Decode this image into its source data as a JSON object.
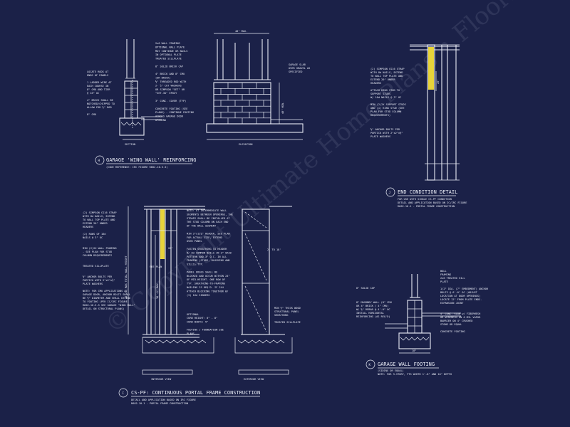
{
  "colors": {
    "background": "#1b2148",
    "linework": "#e9ecf6",
    "insulation": "#e7d33a"
  },
  "watermark": "© Copyright Ultimate Home Plans • FloorPlans for Construction • Not to be used for Estimating",
  "detail_h": {
    "marker": "H",
    "title": "GARAGE 'WING WALL' REINFORCING",
    "subtitle": "(CODE REFERENCE: IRC FIGURE R602.10.5.5)",
    "width_dim": "48\" MAX.",
    "height_dim": "48\" MIN.",
    "section_label": "SECTION",
    "elevation_label": "ELEVATION",
    "notes_left": [
      "LOCATE RODS AT",
      "ENDS OF PANELS",
      "",
      "1 LADDER WIRE AT",
      "EACH COURSE IN",
      "8\" CMU AND TIER",
      "@ 16\" OC",
      "",
      "4\" BRICK SHALL BE",
      "NOTCHED/CHIPPED TO",
      "ALLOW FOR ⅝\" ROD",
      "",
      "8\" CMU"
    ],
    "notes_center": [
      "2x6 WALL FRAMING",
      "OPTIONAL WALL PLATE",
      "MAY CONTINUE OR NAILS",
      "IN OPTIONAL PLATE",
      "TREATED SILLPLATE",
      "",
      "8\" SOLID BRICK CAP",
      "",
      "4\" BRICK AND 8\" CMU",
      "(OR BRICK)",
      "⅝\" THREADED ROD WITH",
      "2-  ½\" CUT WASHERS",
      "OR SIMPSON \"SET\" OR",
      "\"SET-3G\" EPOXY",
      "",
      "3\" CONC. COVER (TYP)",
      "",
      "CONCRETE FOOTING (SEE",
      "PLANS) - CONTINUE FOOTING",
      "ACROSS GARAGE DOOR",
      "OPENING"
    ],
    "notes_right": [
      "GARAGE SLAB",
      "OVER GRAVEL AS",
      "SPECIFIED"
    ]
  },
  "detail_j": {
    "marker": "J",
    "title": "END CONDITION DETAIL",
    "subtitle": [
      "FOR USE WITH SINGLE CS-PF CONDITION",
      "DETAIL AND APPLICATION BASED ON IC/IRC FIGURE",
      "R602.10.1 - PORTAL FRAME CONSTRUCTION"
    ],
    "dim": "20\"",
    "notes": [
      "(2) SIMPSON CS16 STRAP",
      "WITH 8d NAILS, EXTEND",
      "TO WALL TOP PLATE AND",
      "EXTEND 20\" UNDER",
      "HEADERS",
      "",
      "ATTACH KING STUD TO",
      "SUPPORT STUDS",
      "W/ 10d NAILS @ 3\" OC",
      "",
      "MIN (2)2X SUPPORT STUDS",
      "AND (1) KING STUD (SEE",
      "PLAN FOR STUD COLUMN",
      "REQUIREMENTS)",
      "",
      "",
      "",
      "⅝\" ANCHOR BOLTS PER",
      "PORTICK WITH 2\"x2\"x⅛\"",
      "PLATE WASHERS"
    ]
  },
  "detail_i": {
    "marker": "I",
    "title": "CS-PF: CONTINUOUS PORTAL FRAME CONSTRUCTION",
    "subtitle": [
      "DETAIL AND APPLICATION BASED ON IRC FIGURE",
      "R602.10.1 - PORTAL FRAME CONSTRUCTION"
    ],
    "interior_view": "INTERIOR VIEW",
    "exterior_view": "EXTERIOR VIEW",
    "dims": [
      "20\"",
      "SEE PLAN",
      "12'-0\" MAX TOTAL WALL HEIGHT",
      "10'-0\" MAX",
      "2' TO 18'"
    ],
    "notes_left": [
      "(2) SIMPSON CS16 STRAP",
      "WITH 8d NAILS, EXTEND",
      "TO WALL TOP PLATE AND",
      "EXTEND 20\" UNDER",
      "HEADERS",
      "",
      "(2) ROWS OF 16d",
      "NAILS @ 3\" OC",
      "",
      "",
      "MIN (2)2X WALL FRAMING",
      "- SEE PLAN FOR STUD",
      "COLUMN REQUIREMENTS",
      "",
      "",
      "TREATED SILLPLATE",
      "",
      "",
      "⅝\" ANCHOR BOLTS PER",
      "PORTICK WITH 2\"x2\"x⅛\"",
      "PLATE WASHERS",
      "",
      "NOTE: FOR CMU APPLICATIONS AT",
      "GARAGE DOOR, ANCHOR BOLTS SHALL",
      "BE ⅝\" DIAMETER AND SHALL EXTEND",
      "TO FOOTING (PER IC/IRC FIGURE",
      "R602.10.5.5 SEE GARAGE \"WING WALL\"",
      "DETAIL ON STRUCTURAL PLANS)"
    ],
    "notes_center": [
      "NOTE: AT INTERMEDIATE WALL",
      "SEGMENTS BETWEEN OPENINGS, THE",
      "STRAPS SHALL BE INSTALLED AT",
      "THE STUD COLUMN ON EACH END",
      "OF THE WALL SEGMENT",
      "",
      "MIN 3\"x11¼\" HEADER, SEE PLAN",
      "FOR ACTUAL SIZE, EXTEND",
      "OVER PANEL",
      "",
      "FASTEN SHEATHING TO HEADER",
      "W/ 8d COMMON NAILS IN 3\" GRID",
      "PATTERN AND 3\" O.C. IN ALL",
      "FRAMING (STUDS, BLOCKING AND",
      "SILLS) TYP.",
      "",
      "PANEL EDGES SHALL BE",
      "BLOCKED AND OCCUR WITHIN 24\"",
      "OF MID-HEIGHT. ONE ROW OF",
      "TYP. SHEATHING-TO-FRAMING",
      "NAILING IS REQ'D. IF 2X4",
      "ATTACH BLOCKING TOGETHER W/",
      "(3) 16d SINKERS",
      "",
      "",
      "",
      "",
      "OPTIONAL",
      "CURB HEIGHT: 0\" - 8\"",
      "CURB WIDTH: 5\"",
      "",
      "FOOTING / FOUNDATION SEE",
      "PLANS"
    ],
    "notes_right": [
      "MIN ⅜\" THICK WOOD",
      "STRUCTURAL PANEL",
      "SHEATHING",
      "",
      "TREATED SILLPLATE"
    ]
  },
  "detail_k": {
    "marker": "K",
    "title": "GARAGE WALL FOOTING",
    "subtitle": [
      "(SIDING OR EQUAL)",
      "NOTE: FOR 3-STORY, FTG WIDTH 1'-8\" AND 10\" DEPTH"
    ],
    "dim": "18\"",
    "notes_left": [
      "8\" SOLID CAP",
      "",
      "",
      "",
      "8\" MASONRY WALL (8\" CMU",
      "OR 4\" BRICK / 4\" CMU)",
      "W/ ⅝\" REBAR @ 4'-0\" OC",
      "INSTALL HORIZONTAL",
      "REINFORCING (AS REQ'D)"
    ],
    "notes_right": [
      "WALL",
      "FRAMING",
      "2x6 TREATED SILL",
      "PLATE",
      "",
      "1/2\" DIA. (7\" EMBEDMENT) ANCHOR",
      "BOLTS @ 6'-0\" OC (ADJUST",
      "LOCATION AT DOOR OPENINGS)",
      "LOCATE 12\" FROM PLATE ENDS.",
      "EXPANSION JOINT",
      "",
      "",
      "4\" CONC. SLAB w/ FIBERMESH",
      "OR WIREMESH ON 6 MIL VAPOR",
      "BARRIER ON 4\" CRUSHED",
      "STONE OR EQUAL",
      "",
      "CONCRETE FOOTING"
    ]
  }
}
